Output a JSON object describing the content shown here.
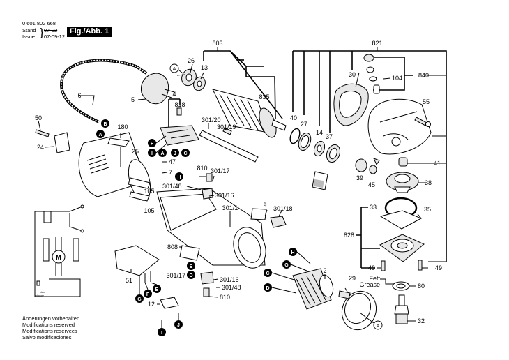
{
  "header": {
    "part_number": "0 601 802 668",
    "stand_label": "Stand",
    "issue_label": "Issue",
    "stand_value": "07-02",
    "issue_value": "07-09-12",
    "figure_badge": "Fig./Abb. 1"
  },
  "footer": {
    "lines": [
      "Änderungen vorbehalten",
      "Modifications reserved",
      "Modifications reservees",
      "Salvo modificaciones"
    ]
  },
  "part_labels": {
    "p803": "803",
    "p821": "821",
    "p26": "26",
    "p13": "13",
    "p835": "835",
    "p30": "30",
    "p104": "104",
    "p840": "840",
    "p6": "6",
    "p5": "5",
    "p4": "4",
    "p818": "818",
    "p40": "40",
    "p27": "27",
    "p14": "14",
    "p37": "37",
    "p55": "55",
    "p50": "50",
    "p180": "180",
    "p24": "24",
    "p25": "25",
    "p301_20": "301/20",
    "p301_19": "301/19",
    "p47": "47",
    "p7": "7",
    "p810a": "810",
    "p301_17a": "301/17",
    "p301_48a": "301/48",
    "p301_16a": "301/16",
    "p105a": "105",
    "p105b": "105",
    "p41": "41",
    "p39": "39",
    "p45": "45",
    "p38": "38",
    "p33": "33",
    "p35": "35",
    "p9": "9",
    "p301_1": "301/1",
    "p301_18": "301/18",
    "p828": "828",
    "p808": "808",
    "p51": "51",
    "p49a": "49",
    "p49b": "49",
    "p2": "2",
    "p301_17b": "301/17",
    "p301_16b": "301/16",
    "p301_48b": "301/48",
    "p810b": "810",
    "p12": "12",
    "p29": "29",
    "p80": "80",
    "p32": "32",
    "grease_de": "Fett",
    "grease_en": "Grease"
  },
  "connector_markers": {
    "filled": [
      "B",
      "A",
      "F",
      "I",
      "A",
      "J",
      "C",
      "H",
      "H",
      "G",
      "C",
      "D",
      "E",
      "D",
      "G",
      "F",
      "E",
      "I",
      "J"
    ],
    "outline": [
      "A",
      "A"
    ]
  },
  "schematic": {
    "motor_label": "M",
    "wire_blue": "blau",
    "wire_black": "schwarz"
  }
}
